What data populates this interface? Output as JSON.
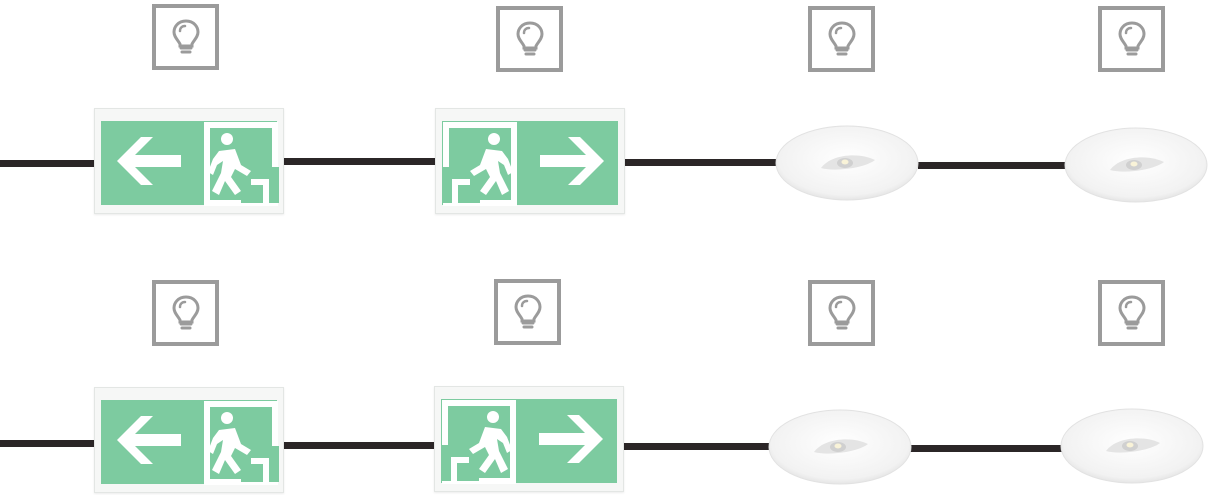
{
  "scene": {
    "rows": [
      {
        "devices": [
          {
            "type": "exit-sign",
            "arrow": "left",
            "indicator": "lightbulb-icon"
          },
          {
            "type": "exit-sign",
            "arrow": "right",
            "indicator": "lightbulb-icon"
          },
          {
            "type": "downlight",
            "indicator": "lightbulb-icon"
          },
          {
            "type": "downlight",
            "indicator": "lightbulb-icon"
          }
        ]
      },
      {
        "devices": [
          {
            "type": "exit-sign",
            "arrow": "left",
            "indicator": "lightbulb-icon"
          },
          {
            "type": "exit-sign",
            "arrow": "right",
            "indicator": "lightbulb-icon"
          },
          {
            "type": "downlight",
            "indicator": "lightbulb-icon"
          },
          {
            "type": "downlight",
            "indicator": "lightbulb-icon"
          }
        ]
      }
    ],
    "colors": {
      "wire": "#2b2627",
      "indicator_frame": "#9b9b9b",
      "exit_sign_green": "#7dcba0",
      "exit_sign_symbol": "#ffffff",
      "downlight_body": "#f4f4f4"
    }
  }
}
